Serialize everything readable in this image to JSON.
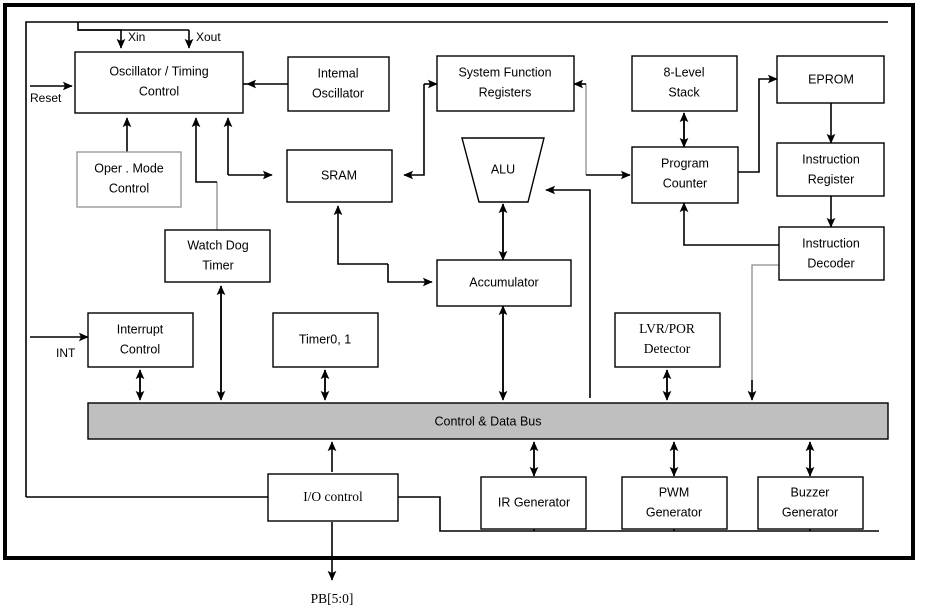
{
  "diagram": {
    "title": "Microcontroller Block Diagram",
    "type": "block-diagram",
    "background": "#ffffff",
    "bus_fill": "#bfbfbf",
    "line_color": "#000000"
  },
  "bus": {
    "label": "Control  & Data Bus"
  },
  "blocks": {
    "osc_timing": {
      "label_line1": "Oscillator / Timing",
      "label_line2": "Control"
    },
    "internal_osc": {
      "label_line1": "Intemal",
      "label_line2": "Oscillator"
    },
    "sys_func_reg": {
      "label_line1": "System Function",
      "label_line2": "Registers"
    },
    "stack": {
      "label_line1": "8-Level",
      "label_line2": "Stack"
    },
    "eprom": {
      "label_line1": "EPROM",
      "label_line2": ""
    },
    "oper_mode": {
      "label_line1": "Oper . Mode",
      "label_line2": "Control"
    },
    "sram": {
      "label_line1": "SRAM",
      "label_line2": ""
    },
    "alu": {
      "label_line1": "ALU",
      "label_line2": ""
    },
    "program_counter": {
      "label_line1": "Program",
      "label_line2": "Counter"
    },
    "instruction_reg": {
      "label_line1": "Instruction",
      "label_line2": "Register"
    },
    "watch_dog": {
      "label_line1": "Watch Dog",
      "label_line2": "Timer"
    },
    "accumulator": {
      "label_line1": "Accumulator",
      "label_line2": ""
    },
    "instruction_dec": {
      "label_line1": "Instruction",
      "label_line2": "Decoder"
    },
    "interrupt_control": {
      "label_line1": "Interrupt",
      "label_line2": "Control"
    },
    "timer01": {
      "label_line1": "Timer0, 1",
      "label_line2": ""
    },
    "lvr_por": {
      "label_line1": "LVR/POR",
      "label_line2": "Detector"
    },
    "io_control": {
      "label_line1": "I/O control",
      "label_line2": ""
    },
    "ir_generator": {
      "label_line1": "IR Generator",
      "label_line2": ""
    },
    "pwm_generator": {
      "label_line1": "PWM",
      "label_line2": "Generator"
    },
    "buzzer_generator": {
      "label_line1": "Buzzer",
      "label_line2": "Generator"
    }
  },
  "signals": {
    "xin": {
      "label": "Xin"
    },
    "xout": {
      "label": "Xout"
    },
    "reset": {
      "label": "Reset"
    },
    "int": {
      "label": "INT"
    },
    "pb": {
      "label": "PB[5:0]"
    }
  }
}
